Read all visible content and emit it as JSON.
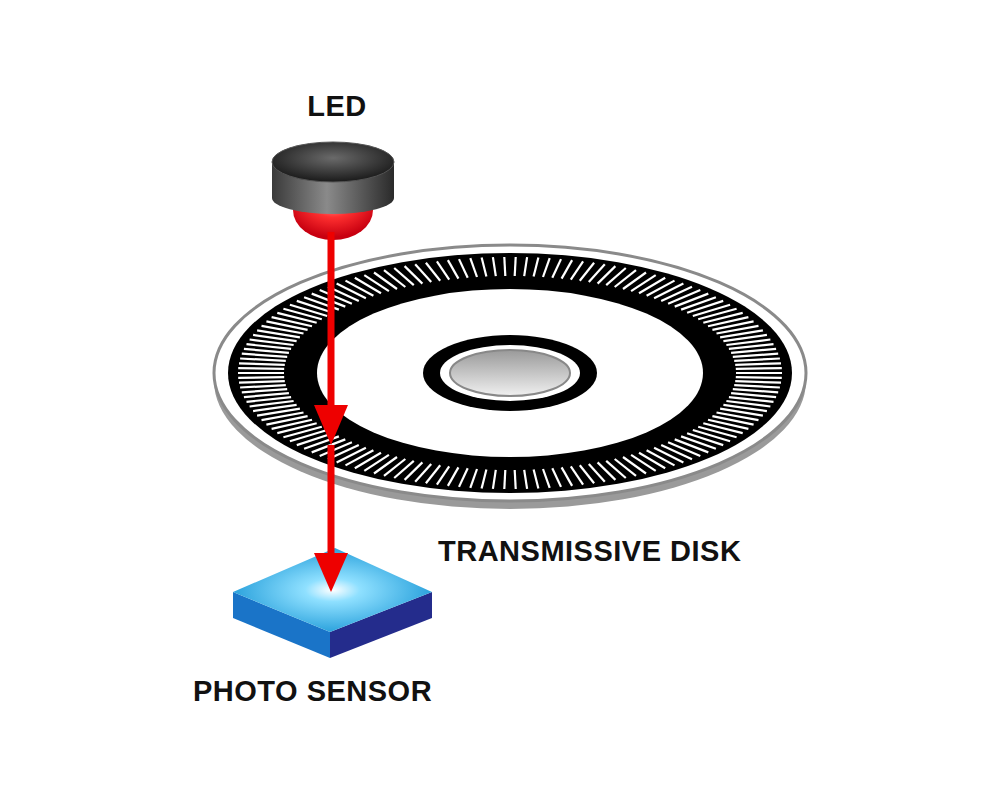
{
  "diagram": {
    "labels": [
      "LED",
      "TRANSMISSIVE DISK",
      "PHOTO SENSOR"
    ]
  }
}
